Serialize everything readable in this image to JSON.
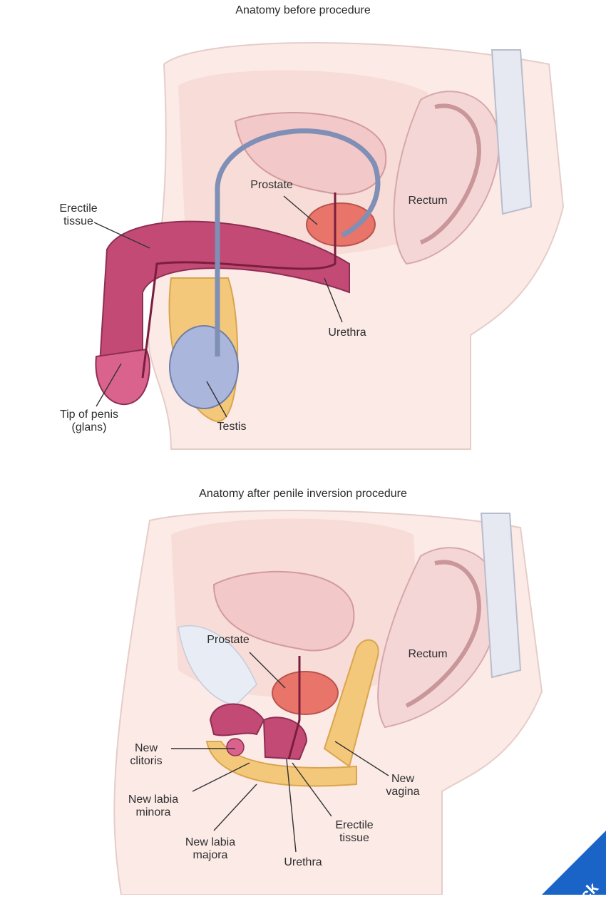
{
  "before": {
    "title": "Anatomy before procedure",
    "labels": {
      "erectile_tissue": "Erectile\ntissue",
      "prostate": "Prostate",
      "rectum": "Rectum",
      "urethra": "Urethra",
      "tip_of_penis": "Tip of penis\n(glans)",
      "testis": "Testis"
    }
  },
  "after": {
    "title": "Anatomy after penile inversion procedure",
    "labels": {
      "prostate": "Prostate",
      "rectum": "Rectum",
      "new_clitoris": "New\nclitoris",
      "new_labia_minora": "New labia\nminora",
      "new_labia_majora": "New labia\nmajora",
      "urethra": "Urethra",
      "erectile_tissue": "Erectile\ntissue",
      "new_vagina": "New\nvagina"
    }
  },
  "corner_badge": {
    "text": "ck",
    "color": "#1a64c8"
  },
  "colors": {
    "skin": "#f7ddd6",
    "bladder": "#f3c6c8",
    "erectile": "#c44a76",
    "vessel": "#7f8fb5",
    "testis": "#aab6dc",
    "fat": "#f4c87a",
    "prostate": "#e8746a"
  }
}
